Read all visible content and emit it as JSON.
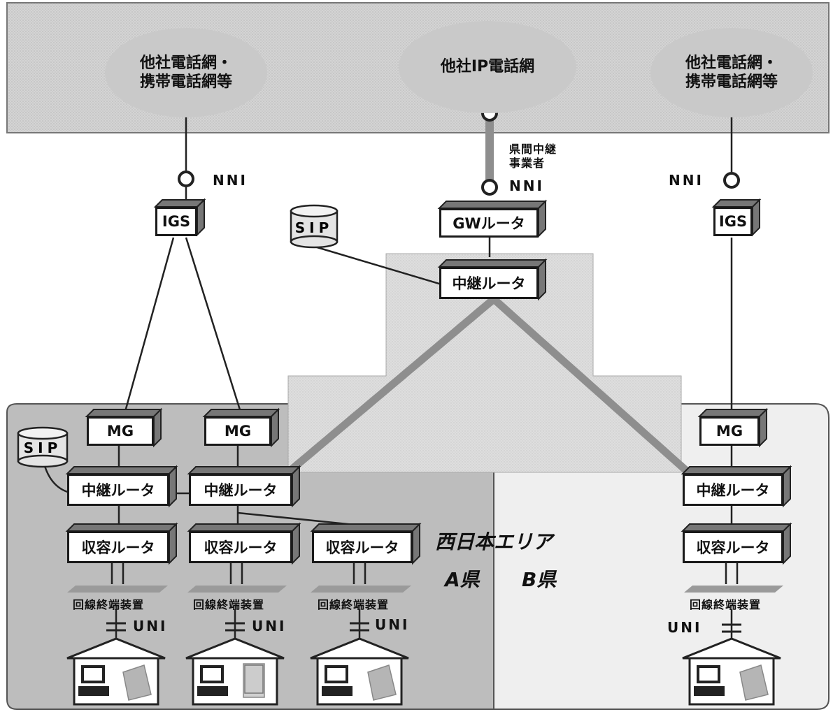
{
  "clouds": {
    "other_left": "他社電話網・\n携帯電話網等",
    "other_ip": "他社IP電話網",
    "other_right": "他社電話網・\n携帯電話網等"
  },
  "nni_left": "NNI",
  "nni_mid": "NNI",
  "nni_right": "NNI",
  "carrier_label": "県間中継\n事業者",
  "igs_left": "IGS",
  "igs_right": "IGS",
  "gw_router": "GWルータ",
  "sip_top": "SIP",
  "sip_left": "SIP",
  "relay_center": "中継ルータ",
  "mg_a1": "MG",
  "mg_a2": "MG",
  "mg_b": "MG",
  "relay_a1": "中継ルータ",
  "relay_a2": "中継ルータ",
  "relay_b": "中継ルータ",
  "access_a1": "収容ルータ",
  "access_a2": "収容ルータ",
  "access_a3": "収容ルータ",
  "access_b": "収容ルータ",
  "onu_a1": "回線終端装置",
  "onu_a2": "回線終端装置",
  "onu_a3": "回線終端装置",
  "onu_b": "回線終端装置",
  "uni_a1": "UNI",
  "uni_a2": "UNI",
  "uni_a3": "UNI",
  "uni_b": "UNI",
  "area_west": "西日本エリア",
  "pref_a": "A県",
  "pref_b": "B県",
  "colors": {
    "top_band": "#d2d2d2",
    "cloud": "#c4c4c4",
    "area_a": "#bdbdbd",
    "area_b": "#efefef",
    "thick_link": "#8e8e8e"
  }
}
